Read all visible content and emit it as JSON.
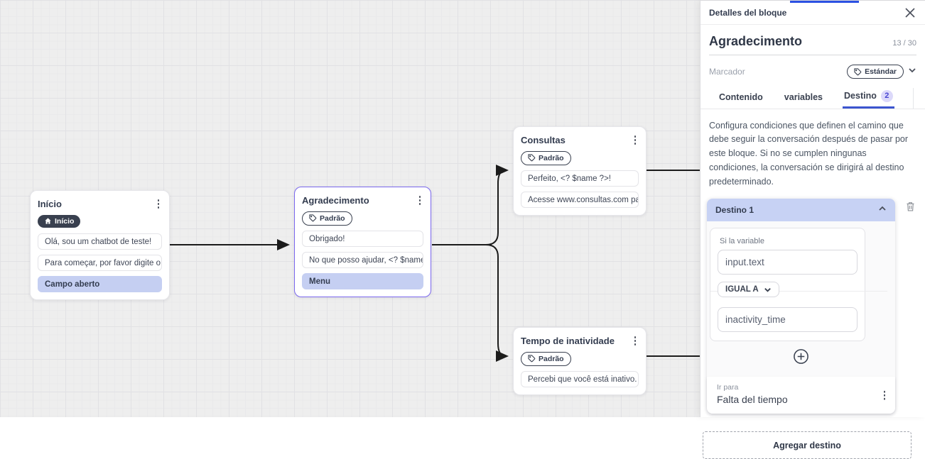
{
  "colors": {
    "accent-blue": "#3b55cf",
    "topbar-blue": "#2b50e2",
    "highlight-row": "#c5cff2",
    "destino-header": "#c7d2f4",
    "selected-border": "#7b68ee",
    "badge-dark": "#39404f",
    "tab-badge-bg": "#dcd9fa",
    "tab-badge-text": "#4845d2",
    "edge": "#1b1b1b"
  },
  "canvas": {
    "nodes": [
      {
        "title": "Início",
        "badge": "Início",
        "rows": [
          {
            "text": "Olá, sou um chatbot de teste!"
          },
          {
            "text": "Para começar, por favor digite o ..."
          },
          {
            "text": "Campo aberto"
          }
        ]
      },
      {
        "title": "Agradecimento",
        "badge": "Padrão",
        "rows": [
          {
            "text": "Obrigado!"
          },
          {
            "text": "No que posso ajudar, <? $name ..."
          },
          {
            "text": "Menu"
          }
        ]
      },
      {
        "title": "Consultas",
        "badge": "Padrão",
        "rows": [
          {
            "text": "Perfeito, <? $name ?>!"
          },
          {
            "text": "Acesse www.consultas.com par..."
          }
        ]
      },
      {
        "title": "Tempo de inatividade",
        "badge": "Padrão",
        "rows": [
          {
            "text": "Percebi que você está inativo. C..."
          }
        ]
      }
    ]
  },
  "panel": {
    "title": "Detalles del bloque",
    "block_name": "Agradecimento",
    "name_counter": "13 / 30",
    "marker_label": "Marcador",
    "marker_value": "Estándar",
    "tabs": [
      {
        "label": "Contenido"
      },
      {
        "label": "variables"
      },
      {
        "label": "Destino",
        "badge": "2"
      }
    ],
    "description": "Configura condiciones que definen el camino que debe seguir la conversación después de pasar por este bloque. Si no se cumplen ningunas condiciones, la conversación se dirigirá al destino predeterminado.",
    "destination": {
      "header": "Destino 1",
      "variable_label": "Si la variable",
      "variable_value": "input.text",
      "operator": "IGUAL A",
      "compare_value": "inactivity_time",
      "goto_label": "Ir para",
      "goto_value": "Falta del tiempo"
    },
    "add_destination_label": "Agregar destino"
  }
}
